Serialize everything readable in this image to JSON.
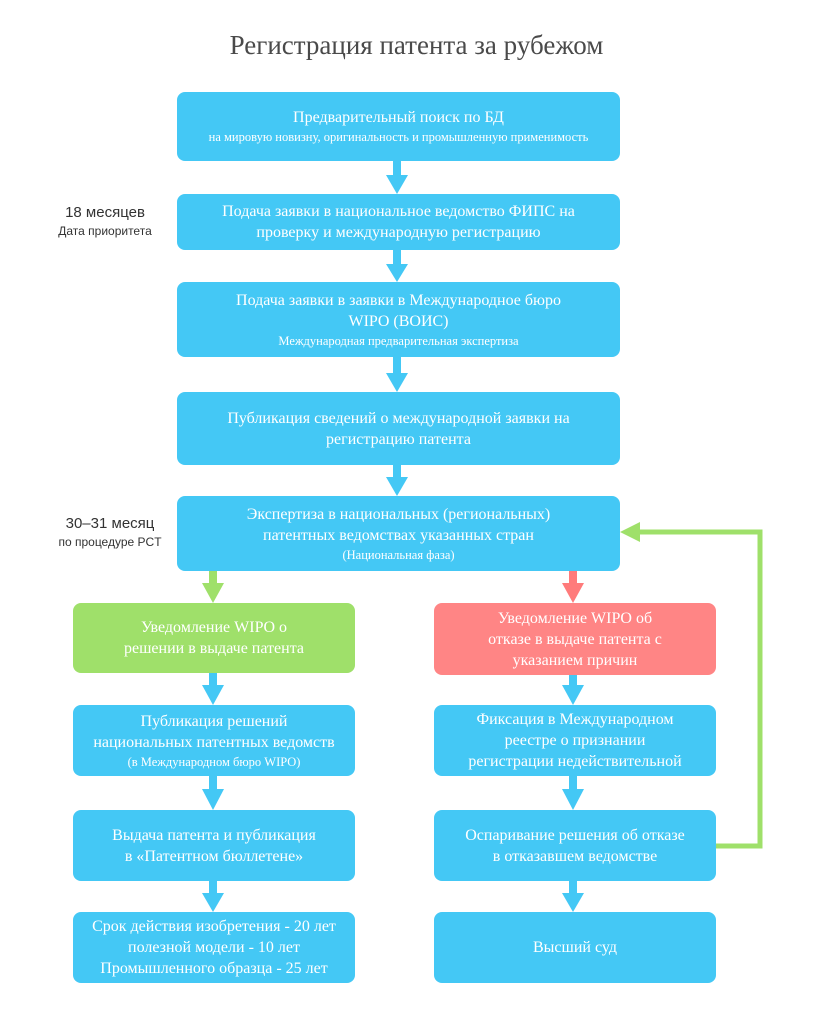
{
  "title": "Регистрация патента за рубежом",
  "side_labels": {
    "priority": {
      "line1": "18 месяцев",
      "line2": "Дата приоритета"
    },
    "national_phase": {
      "line1": "30–31 месяц",
      "line2": "по процедуре PCT"
    }
  },
  "steps": {
    "search": {
      "main": "Предварительный поиск по БД",
      "sub": "на мировую новизну, оригинальность и промышленную применимость"
    },
    "fips": {
      "main1": "Подача заявки в национальное ведомство ФИПС на",
      "main2": "проверку и международную регистрацию"
    },
    "wipo": {
      "main1": "Подача заявки в заявки в Международное бюро",
      "main2": "WIPO (ВОИС)",
      "sub": "Международная предварительная экспертиза"
    },
    "publication": {
      "main1": "Публикация сведений о международной заявки на",
      "main2": "регистрацию патента"
    },
    "examination": {
      "main1": "Экспертиза в национальных (региональных)",
      "main2": "патентных ведомствах указанных стран",
      "sub": "(Национальная фаза)"
    },
    "grant_notice": {
      "line1": "Уведомление WIPO о",
      "line2": "решении в выдаче патента"
    },
    "refusal_notice": {
      "line1": "Уведомление WIPO об",
      "line2": "отказе в выдаче патента  с",
      "line3": "указанием причин"
    },
    "publish_decisions": {
      "line1": "Публикация решений",
      "line2": "национальных патентных ведомств",
      "sub": "(в Международном бюро WIPO)"
    },
    "register_invalid": {
      "line1": "Фиксация в Международном",
      "line2": "реестре о признании",
      "line3": "регистрации недействительной"
    },
    "issue_patent": {
      "line1": "Выдача патента и публикация",
      "line2": "в «Патентном бюллетене»"
    },
    "appeal": {
      "line1": "Оспаривание решения об отказе",
      "line2": "в отказавшем ведомстве"
    },
    "validity": {
      "line1": "Срок действия изобретения - 20 лет",
      "line2": "полезной модели - 10 лет",
      "line3": "Промышленного образца - 25 лет"
    },
    "supreme_court": {
      "line1": "Высший суд"
    }
  },
  "colors": {
    "blue": "#44c8f5",
    "green": "#9fe06a",
    "red": "#ff8585",
    "arrow_blue": "#44c8f5",
    "arrow_green": "#9fe06a",
    "arrow_red": "#ff7b7b"
  }
}
